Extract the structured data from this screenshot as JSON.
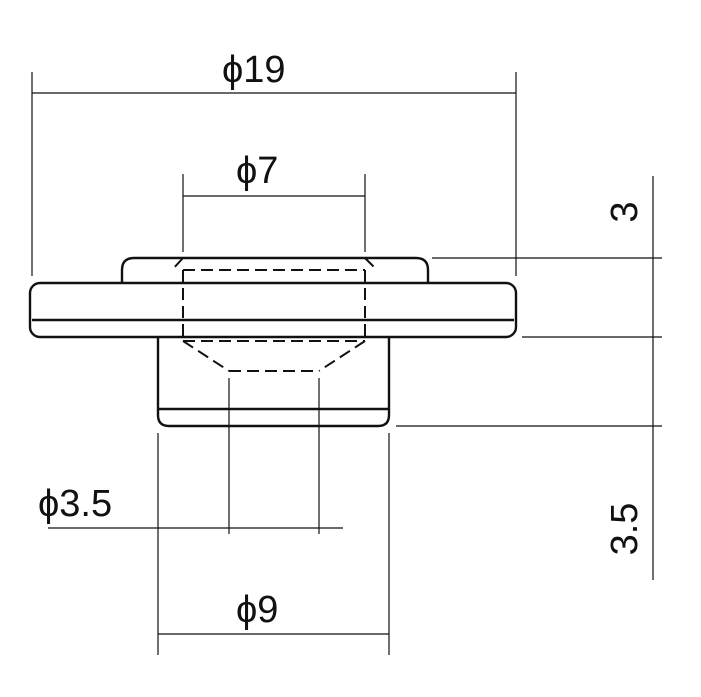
{
  "dimensions": {
    "outer_diameter": "ϕ19",
    "bore_diameter": "ϕ7",
    "hole_diameter": "ϕ3.5",
    "boss_diameter": "ϕ9",
    "flange_height": "3",
    "boss_height": "3.5"
  }
}
